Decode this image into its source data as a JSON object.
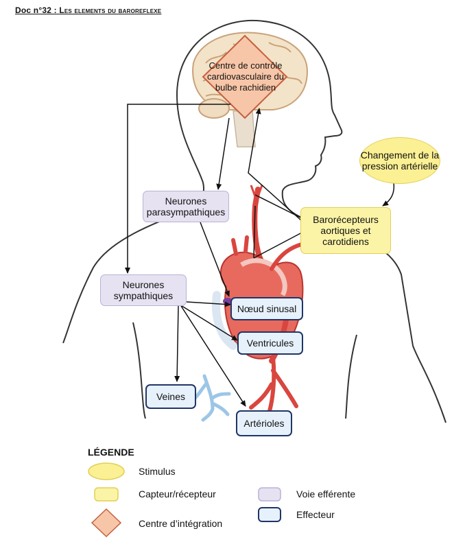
{
  "doc_title": {
    "prefix": "Doc n°32 :",
    "rest": "Les elements du baroreflexe"
  },
  "nodes": {
    "center": "Centre de contrôle cardiovasculaire du bulbe rachidien",
    "stimulus": "Changement de la pression artérielle",
    "para": "Neurones parasympathiques",
    "symp": "Neurones sympathiques",
    "baro": "Barorécepteurs aortiques et carotidiens",
    "noeud": "Nœud sinusal",
    "ventricules": "Ventricules",
    "veines": "Veines",
    "arterioles": "Artérioles"
  },
  "legend": {
    "title": "LÉGENDE",
    "items": {
      "stimulus": "Stimulus",
      "capteur": "Capteur/récepteur",
      "centre": "Centre d’intégration",
      "voie": "Voie efférente",
      "effecteur": "Effecteur"
    }
  },
  "colors": {
    "stimulus": "#fbf094",
    "capteur": "#fbf4a6",
    "centre": "#f7c6a8",
    "voie": "#e6e2f1",
    "effecteur": "#e7f1fb",
    "effecteur_border": "#1f3566",
    "body_outline": "#333333",
    "artery": "#d9463f",
    "vein": "#9cc6e6"
  }
}
